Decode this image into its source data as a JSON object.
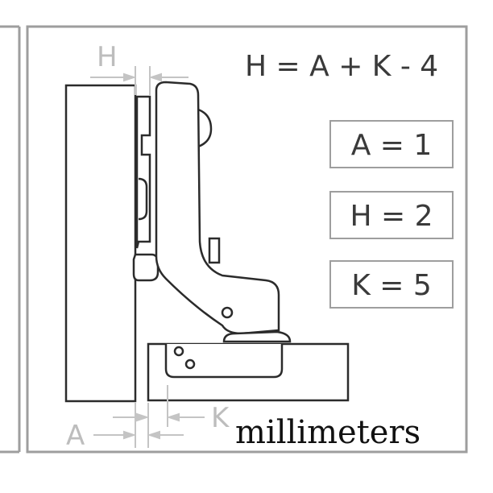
{
  "formula": "H = A + K - 4",
  "values": [
    {
      "label": "A = 1"
    },
    {
      "label": "H = 2"
    },
    {
      "label": "K = 5"
    }
  ],
  "dimension_labels": {
    "h": "H",
    "a": "A",
    "k": "K"
  },
  "units": "millimeters",
  "colors": {
    "frame": "#9e9e9e",
    "drawing": "#2b2b2b",
    "dimension": "#c4c4c4",
    "text": "#3a3a3a",
    "units_text": "#111111"
  }
}
